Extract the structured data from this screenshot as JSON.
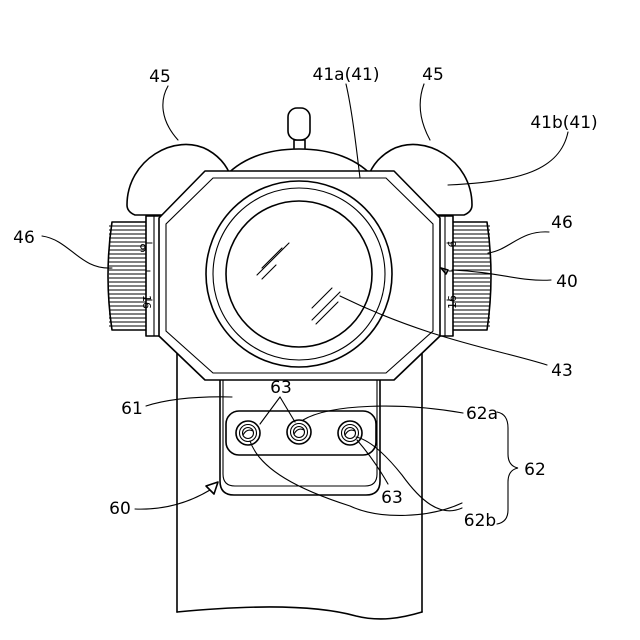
{
  "labels": {
    "cap_left": "45",
    "cap_right": "45",
    "housing_top": "41a(41)",
    "housing_side": "41b(41)",
    "knob_left": "46",
    "knob_right": "46",
    "sight_body": "40",
    "lens": "43",
    "plate": "61",
    "screws_top": "63",
    "screws_bottom": "63",
    "hole_a": "62a",
    "hole_b": "62b",
    "hole_group": "62",
    "mount": "60"
  },
  "dial_left": {
    "upper": "6",
    "lower": "16"
  },
  "dial_right": {
    "upper": "6",
    "lower": "16"
  }
}
